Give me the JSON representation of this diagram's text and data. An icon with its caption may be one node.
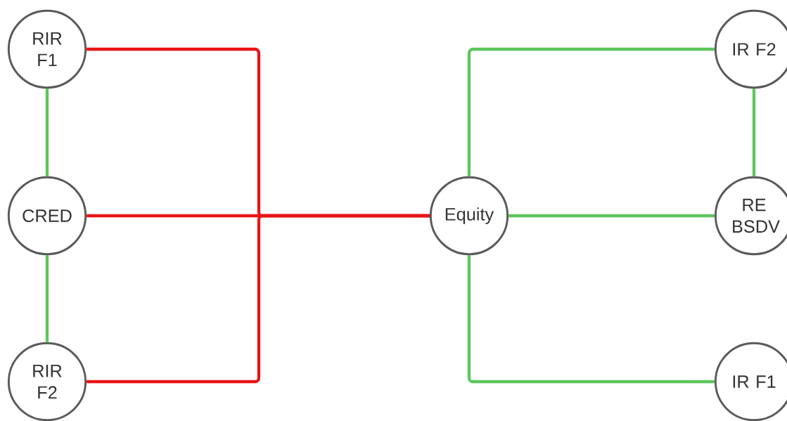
{
  "diagram": {
    "nodes": [
      {
        "text": [
          "RIR F1"
        ]
      },
      {
        "text": [
          "CRED"
        ]
      },
      {
        "text": [
          "RIR F2"
        ]
      },
      {
        "text": [
          "Equity"
        ]
      },
      {
        "text": [
          "IR F2"
        ]
      },
      {
        "text": [
          "RE BSDV"
        ]
      },
      {
        "text": [
          "IR F1"
        ]
      }
    ],
    "edges": [
      {
        "from": 0,
        "to": 1,
        "arrow": "none"
      },
      {
        "from": 1,
        "to": 2,
        "arrow": "none"
      },
      {
        "from": 0,
        "to": 3,
        "arrow": "none",
        "color": "#e81416"
      },
      {
        "from": 1,
        "to": 3,
        "arrow": "none",
        "color": "#e81416"
      },
      {
        "from": 2,
        "to": 3,
        "arrow": "none",
        "color": "#e81416"
      },
      {
        "from": 3,
        "to": 4,
        "arrow": "none"
      },
      {
        "from": 3,
        "to": 5,
        "arrow": "none"
      },
      {
        "from": 3,
        "to": 6,
        "arrow": "none"
      },
      {
        "from": 4,
        "to": 5,
        "arrow": "none"
      }
    ]
  }
}
